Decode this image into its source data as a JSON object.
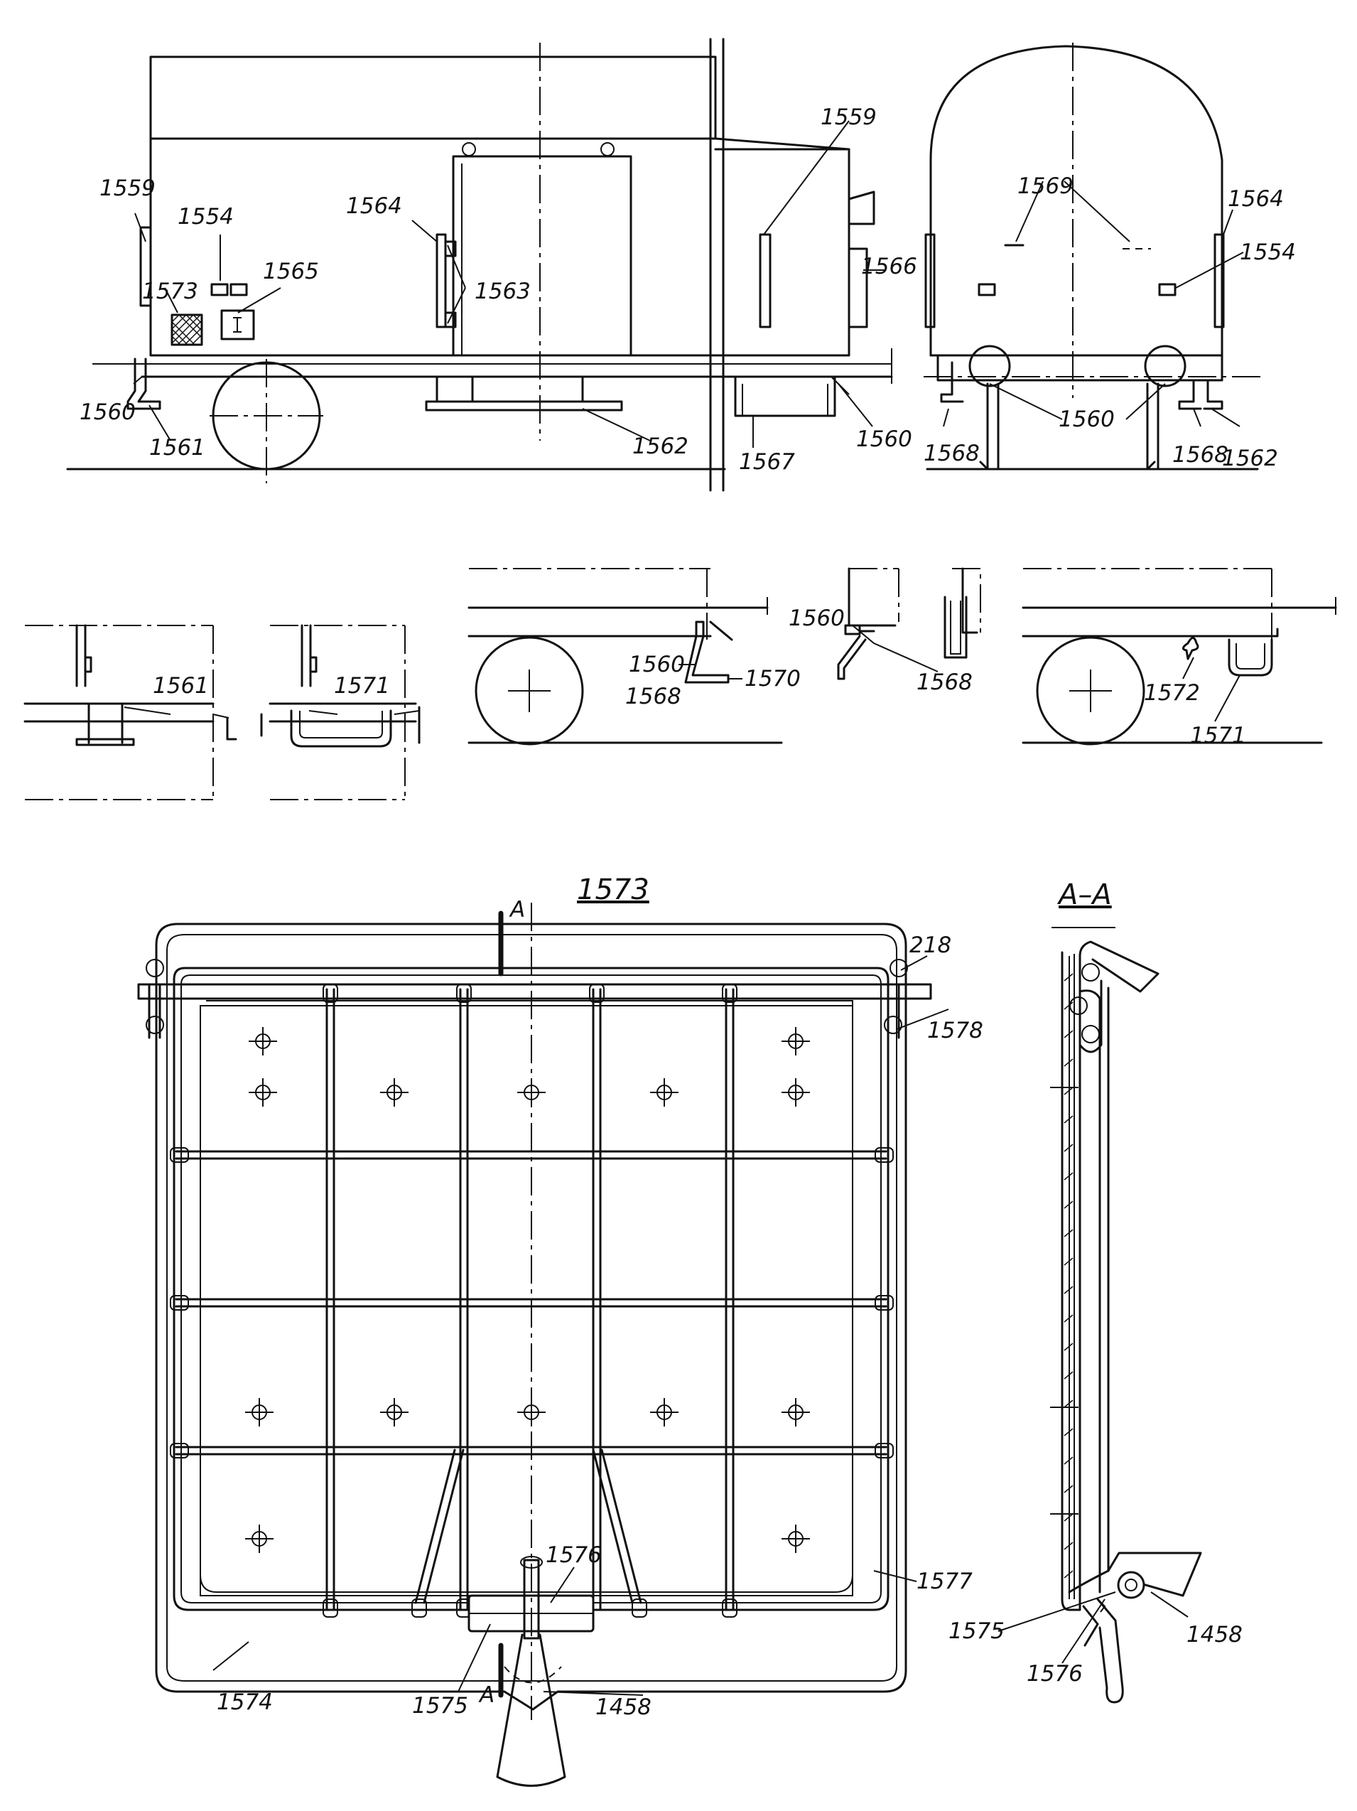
{
  "views": {
    "main_plan_title": "1573",
    "section_title": "A–A",
    "section_mark": "A"
  },
  "labels": {
    "side": {
      "l1559a": "1559",
      "l1554": "1554",
      "l1565": "1565",
      "l1573": "1573",
      "l1564": "1564",
      "l1563": "1563",
      "l1559b": "1559",
      "l1566": "1566",
      "l1560a": "1560",
      "l1561": "1561",
      "l1562": "1562",
      "l1567": "1567",
      "l1560b": "1560"
    },
    "end": {
      "l1569": "1569",
      "l1564": "1564",
      "l1554": "1554",
      "l1560": "1560",
      "l1568a": "1568",
      "l1568b": "1568",
      "l1562": "1562"
    },
    "details": {
      "l1561": "1561",
      "l1571a": "1571",
      "l1560a": "1560",
      "l1568a": "1568",
      "l1570": "1570",
      "l1560b": "1560",
      "l1568b": "1568",
      "l1572": "1572",
      "l1571b": "1571"
    },
    "grille": {
      "l218": "218",
      "l1578": "1578",
      "l1577": "1577",
      "l1576": "1576",
      "l1574": "1574",
      "l1575": "1575",
      "l1458": "1458"
    },
    "section": {
      "l1575": "1575",
      "l1576": "1576",
      "l1458": "1458"
    }
  }
}
